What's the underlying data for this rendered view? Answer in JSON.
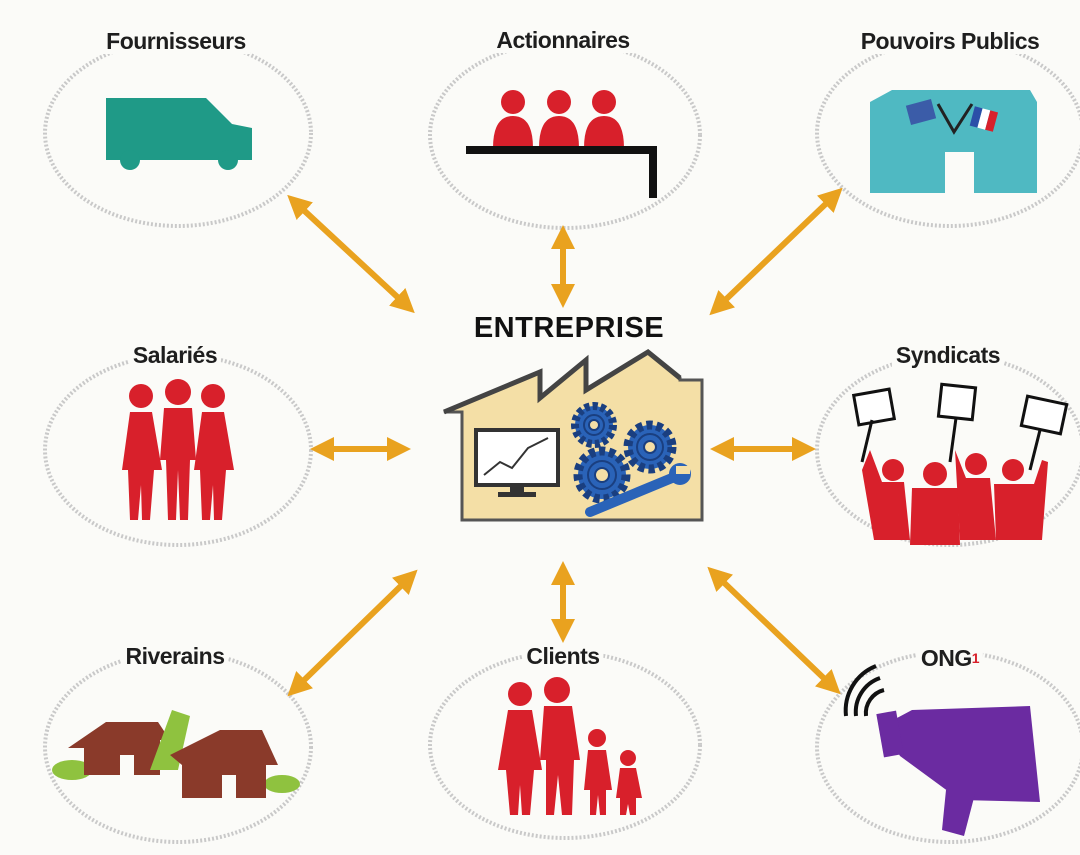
{
  "center": {
    "title": "ENTREPRISE"
  },
  "stakeholders": {
    "fournisseurs": "Fournisseurs",
    "actionnaires": "Actionnaires",
    "pouvoirs_publics": "Pouvoirs Publics",
    "salaries": "Salariés",
    "syndicats": "Syndicats",
    "riverains": "Riverains",
    "clients": "Clients",
    "ong": "ONG",
    "ong_note": "1"
  },
  "colors": {
    "arrow": "#e9a21f",
    "people_red": "#d8202b",
    "truck_teal": "#1f9a87",
    "building_blue": "#4fb9c2",
    "megaphone_purple": "#6b2ba1",
    "factory_yellow": "#f4dfa6",
    "gear_blue": "#2a63b8",
    "house_brown": "#8a3a2a",
    "tree_green": "#8fc23f"
  }
}
